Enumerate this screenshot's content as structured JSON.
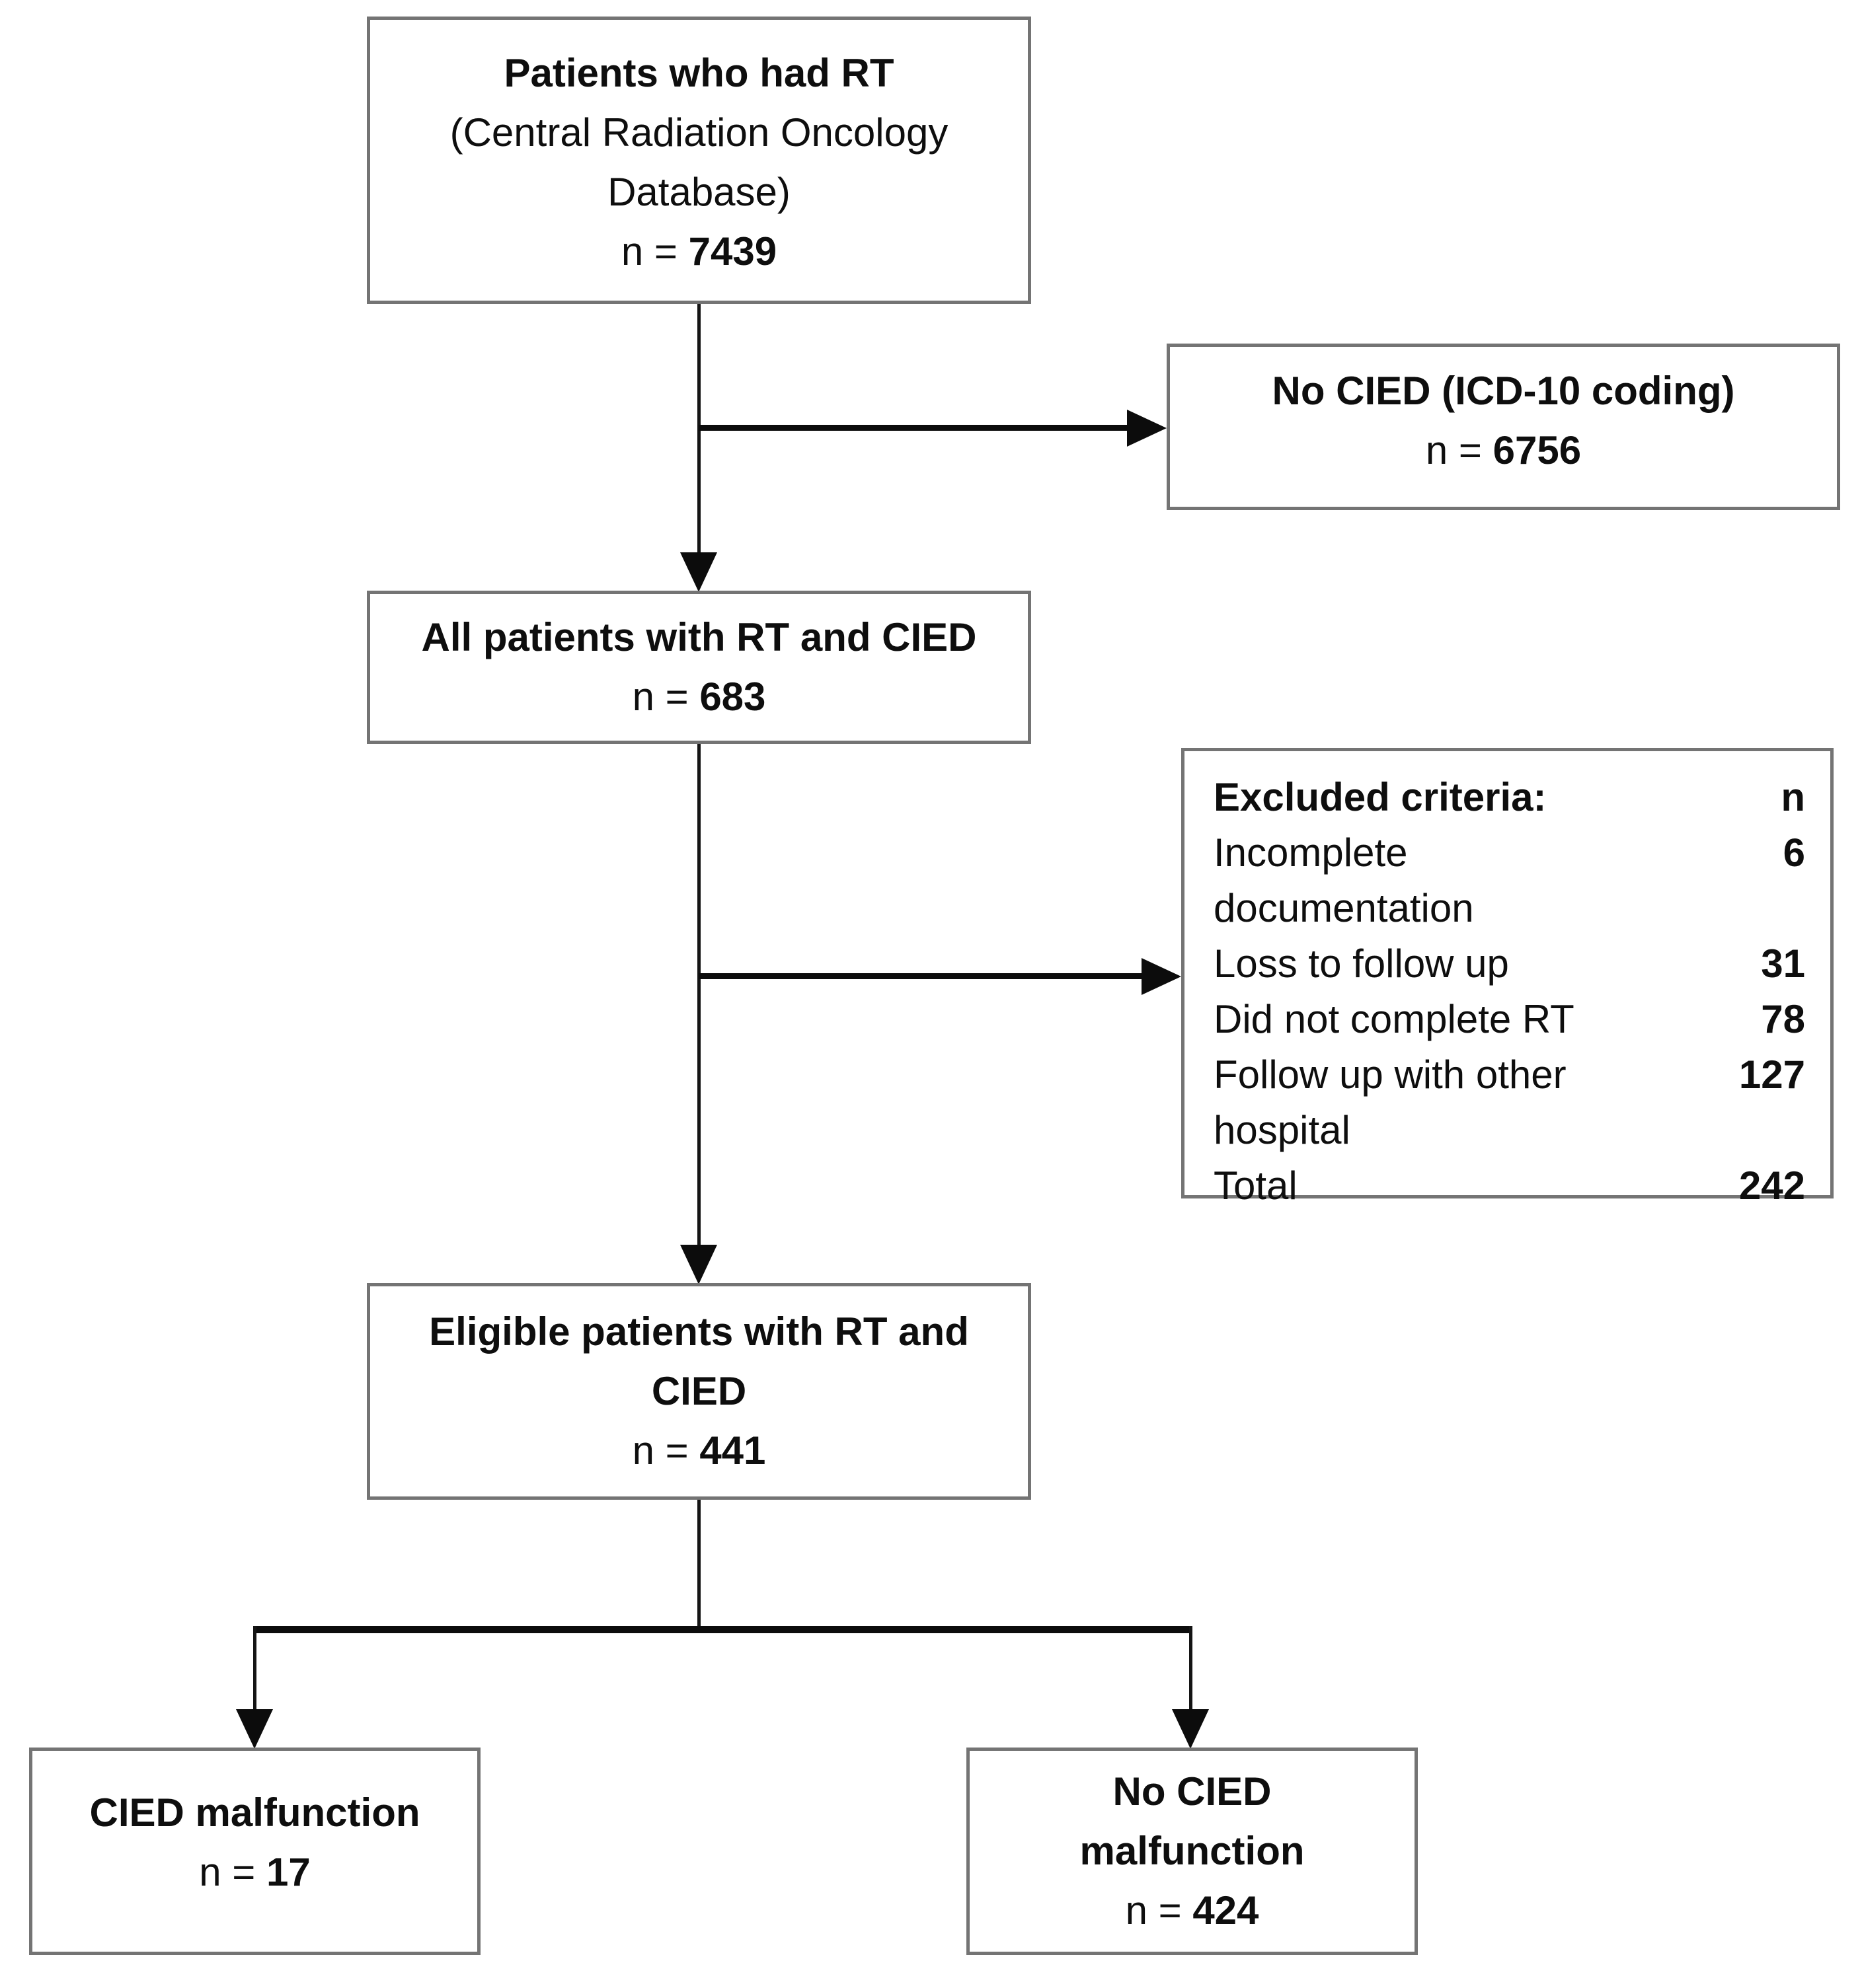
{
  "boxes": {
    "source": {
      "title": "Patients who had RT",
      "line2": "(Central Radiation Oncology",
      "line3": "Database)",
      "n_prefix": "n = ",
      "n_value": "7439"
    },
    "no_cied": {
      "title": "No CIED (ICD-10 coding)",
      "n_prefix": "n = ",
      "n_value": "6756"
    },
    "rt_cied": {
      "title": "All patients with RT and CIED",
      "n_prefix": "n = ",
      "n_value": "683"
    },
    "excluded": {
      "header_label": "Excluded criteria:",
      "header_col": "n",
      "rows": [
        {
          "label": "Incomplete documentation",
          "value": "6"
        },
        {
          "label": "Loss to follow up",
          "value": "31"
        },
        {
          "label": "Did not complete RT",
          "value": "78"
        },
        {
          "label": "Follow up with other hospital",
          "value": "127"
        },
        {
          "label": "Total",
          "value": "242"
        }
      ]
    },
    "eligible": {
      "title_line1": "Eligible patients with RT and",
      "title_line2": "CIED",
      "n_prefix": "n = ",
      "n_value": "441"
    },
    "malfunction": {
      "title": "CIED malfunction",
      "n_prefix": "n = ",
      "n_value": "17"
    },
    "no_malfunction": {
      "title_line1": "No CIED",
      "title_line2": "malfunction",
      "n_prefix": "n = ",
      "n_value": "424"
    }
  }
}
